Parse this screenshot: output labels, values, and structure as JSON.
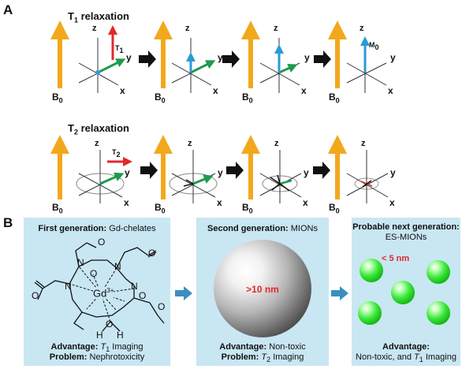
{
  "panel_a": {
    "label": "A",
    "t1": {
      "title_main": "T",
      "title_sub": "1",
      "title_rest": " relaxation",
      "arrow_label": "T",
      "arrow_sub": "1",
      "m0_label": "M",
      "m0_sub": "0"
    },
    "t2": {
      "title_main": "T",
      "title_sub": "2",
      "title_rest": " relaxation",
      "arrow_label": "T",
      "arrow_sub": "2"
    },
    "axis": {
      "z": "z",
      "y": "y",
      "x": "x"
    },
    "b0": {
      "main": "B",
      "sub": "0"
    }
  },
  "panel_b": {
    "label": "B",
    "first": {
      "title_bold": "First generation:",
      "title_rest": " Gd-chelates",
      "advantage_bold": "Advantage:",
      "advantage_rest_italic": "T",
      "advantage_rest_sub": "1",
      "advantage_rest": " Imaging",
      "problem_bold": "Problem:",
      "problem_rest": "  Nephrotoxicity",
      "gd_label": "Gd",
      "gd_charge": "3+",
      "atoms": {
        "N": "N",
        "O": "O",
        "H": "H"
      }
    },
    "second": {
      "title_bold": "Second generation:",
      "title_rest": " MIONs",
      "size_label": ">10 nm",
      "advantage_bold": "Advantage:",
      "advantage_rest": " Non-toxic",
      "problem_bold": "Problem:",
      "problem_rest_italic": "T",
      "problem_rest_sub": "2",
      "problem_rest": " Imaging"
    },
    "third": {
      "title_bold_line1": "Probable next generation:",
      "title_line2": "ES-MIONs",
      "size_label": "< 5 nm",
      "advantage_bold": "Advantage:",
      "advantage_line2_a": "Non-toxic, and ",
      "advantage_line2_italic": "T",
      "advantage_line2_sub": "1",
      "advantage_line2_b": " Imaging"
    }
  },
  "colors": {
    "b0_arrow": "#f2a81d",
    "relax_arrow": "#e0292b",
    "vector_green": "#1e9a4e",
    "vector_blue": "#2a9ad8",
    "panel_bg": "#c9e6f3",
    "flow_arrow": "#3a8fbf",
    "size_text": "#e0292b"
  }
}
